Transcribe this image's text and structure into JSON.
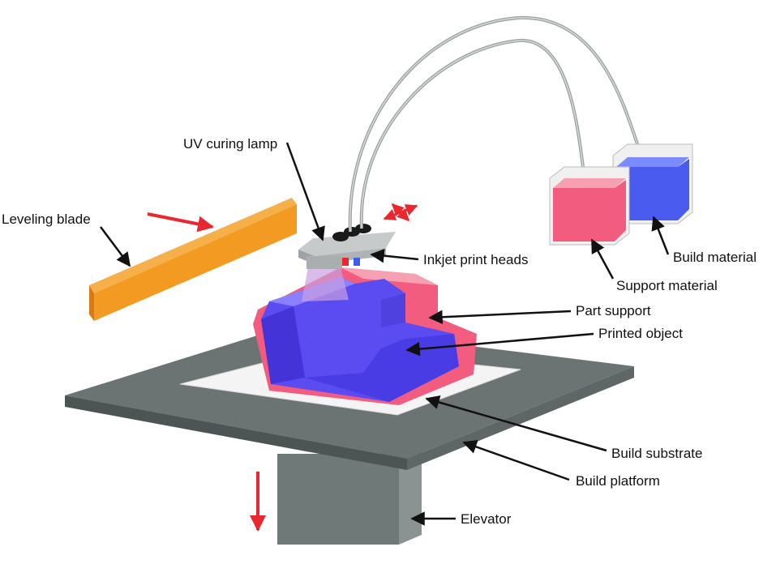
{
  "labels": {
    "uv_lamp": "UV curing lamp",
    "leveling_blade": "Leveling blade",
    "inkjet_heads": "Inkjet print heads",
    "build_material": "Build material",
    "support_material": "Support material",
    "part_support": "Part support",
    "printed_object": "Printed object",
    "build_substrate": "Build substrate",
    "build_platform": "Build platform",
    "elevator": "Elevator"
  },
  "colors": {
    "support": "#f25c7e",
    "build": "#5a4cf0",
    "blade": "#f39a22",
    "platform": "#6b7473",
    "elevator": "#707a79",
    "substrate": "#f4f4f4",
    "motion_arrow": "#e8282e",
    "leader": "#111111"
  }
}
